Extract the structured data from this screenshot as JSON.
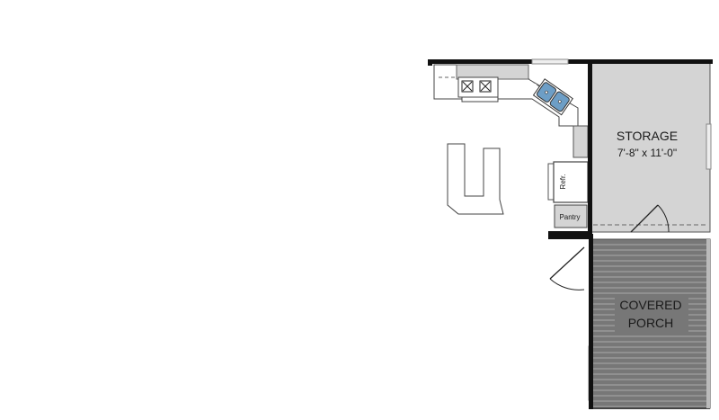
{
  "rooms": {
    "storage": {
      "name": "STORAGE",
      "dimensions": "7'-8\" x 11'-0\""
    },
    "porch": {
      "line1": "COVERED",
      "line2": "PORCH"
    }
  },
  "fixtures": {
    "refrigerator": "Refr.",
    "pantry": "Pantry"
  },
  "colors": {
    "room_fill": "#d4d4d4",
    "porch_fill": "#777777",
    "wall": "#111111",
    "sink": "#6d9ec6"
  }
}
